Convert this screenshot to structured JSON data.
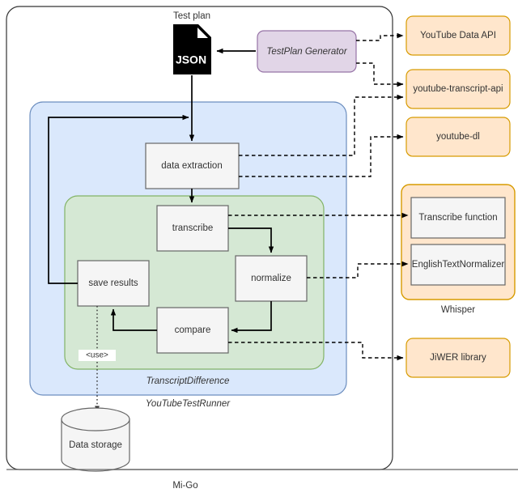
{
  "diagram": {
    "title": "Mi-Go",
    "outer_label": "Mi-Go",
    "test_plan_label": "Test plan",
    "json_icon_text": "JSON",
    "generator": {
      "label": "TestPlan Generator"
    },
    "groups": {
      "runner_label": "YouTubeTestRunner",
      "transcript_label": "TranscriptDifference",
      "whisper_label": "Whisper"
    },
    "nodes": {
      "data_extraction": "data extraction",
      "transcribe": "transcribe",
      "normalize": "normalize",
      "compare": "compare",
      "save_results": "save results",
      "data_storage": "Data storage"
    },
    "edges": {
      "use_label": "<use>"
    },
    "external": [
      {
        "label": "YouTube Data API"
      },
      {
        "label": "youtube-transcript-api"
      },
      {
        "label": "youtube-dl"
      },
      {
        "label": "JiWER library"
      }
    ],
    "whisper_children": [
      {
        "label": "Transcribe function"
      },
      {
        "label": "EnglishTextNormalizer"
      }
    ],
    "colors": {
      "process_fill": "#f5f5f5",
      "process_stroke": "#666666",
      "external_fill": "#ffe6cc",
      "external_stroke": "#d79b00",
      "purple_fill": "#e1d5e7",
      "purple_stroke": "#9673a6",
      "blue_fill": "#dae8fc",
      "blue_stroke": "#6c8ebf",
      "green_fill": "#d5e8d4",
      "green_stroke": "#82b366",
      "text": "#333333"
    }
  }
}
